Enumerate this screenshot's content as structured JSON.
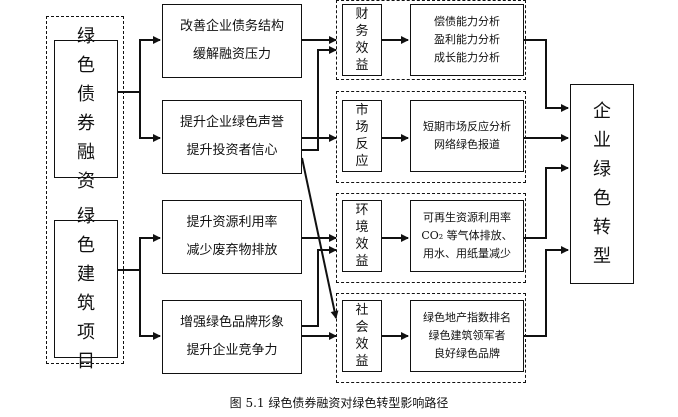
{
  "sources": {
    "green_bond": "绿色债券融资",
    "green_building": "绿色建筑项目"
  },
  "mechanisms": [
    {
      "line1": "改善企业债务结构",
      "line2": "缓解融资压力"
    },
    {
      "line1": "提升企业绿色声誉",
      "line2": "提升投资者信心"
    },
    {
      "line1": "提升资源利用率",
      "line2": "减少废弃物排放"
    },
    {
      "line1": "增强绿色品牌形象",
      "line2": "提升企业竞争力"
    }
  ],
  "benefits": [
    {
      "label": "财务效益",
      "details": [
        "偿债能力分析",
        "盈利能力分析",
        "成长能力分析"
      ]
    },
    {
      "label": "市场反应",
      "details": [
        "短期市场反应分析",
        "网络绿色报道"
      ]
    },
    {
      "label": "环境效益",
      "details": [
        "可再生资源利用率",
        "CO₂ 等气体排放、",
        "用水、用纸量减少"
      ]
    },
    {
      "label": "社会效益",
      "details": [
        "绿色地产指数排名",
        "绿色建筑领军者",
        "良好绿色品牌"
      ]
    }
  ],
  "outcome": "企业绿色转型",
  "caption": "图  5.1  绿色债券融资对绿色转型影响路径"
}
